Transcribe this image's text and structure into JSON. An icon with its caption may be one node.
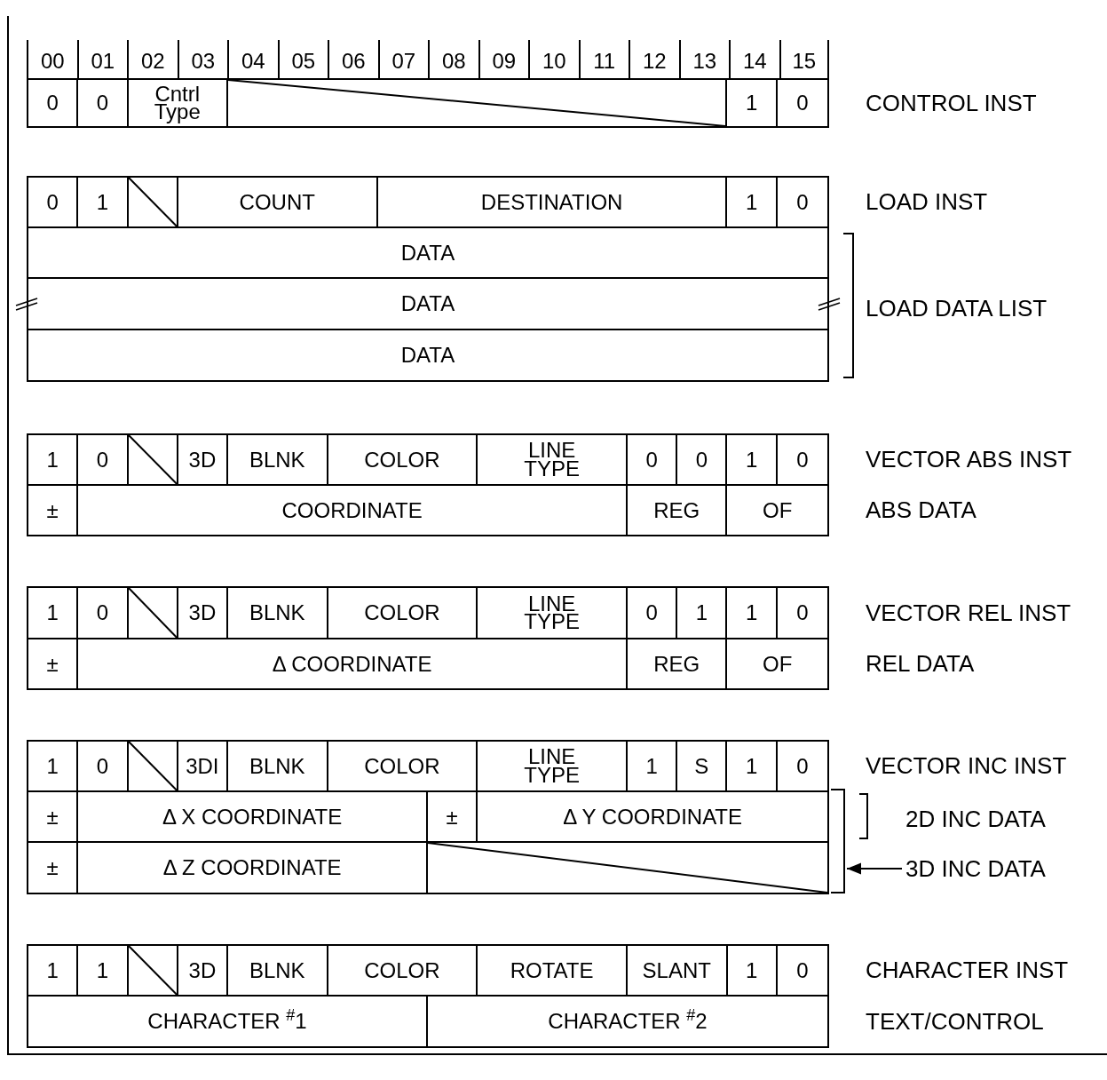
{
  "diagram": {
    "nodes": [
      {
        "text": [
          "0",
          "0",
          "Cntrl Type",
          "1",
          "0"
        ],
        "beside": [
          "CONTROL INST"
        ]
      },
      {
        "text": [
          "0",
          "1",
          "COUNT",
          "DESTINATION",
          "1",
          "0"
        ],
        "beside": [
          "LOAD INST"
        ]
      },
      {
        "text": [
          "DATA"
        ]
      },
      {
        "text": [
          "DATA"
        ]
      },
      {
        "text": [
          "DATA"
        ]
      },
      {
        "text": [
          "1",
          "0",
          "3D",
          "BLNK",
          "COLOR",
          "LINE TYPE",
          "0",
          "0",
          "1",
          "0"
        ],
        "beside": [
          "VECTOR ABS INST"
        ]
      },
      {
        "text": [
          "±",
          "COORDINATE",
          "REG",
          "OF"
        ],
        "beside": [
          "ABS DATA"
        ]
      },
      {
        "text": [
          "1",
          "0",
          "3D",
          "BLNK",
          "COLOR",
          "LINE TYPE",
          "0",
          "1",
          "1",
          "0"
        ],
        "beside": [
          "VECTOR REL INST"
        ]
      },
      {
        "text": [
          "±",
          "Δ COORDINATE",
          "REG",
          "OF"
        ],
        "beside": [
          "REL DATA"
        ]
      },
      {
        "text": [
          "1",
          "0",
          "3DI",
          "BLNK",
          "COLOR",
          "LINE TYPE",
          "1",
          "S",
          "1",
          "0"
        ],
        "beside": [
          "VECTOR INC INST"
        ]
      },
      {
        "text": [
          "±",
          "Δ X COORDINATE",
          "±",
          "Δ Y COORDINATE"
        ]
      },
      {
        "text": [
          "±",
          "Δ Z COORDINATE"
        ]
      },
      {
        "text": [],
        "shape": "bracket"
      },
      {
        "text": [
          "3D INC DATA"
        ]
      },
      {
        "text": [
          "1",
          "1",
          "3D",
          "BLNK",
          "COLOR",
          "ROTATE",
          "SLANT",
          "1",
          "0"
        ],
        "beside": [
          "CHARACTER INST"
        ]
      },
      {
        "text": [
          "CHARACTER $^{#}$1",
          "CHARACTER $^{#}$2"
        ],
        "beside": [
          "TEXT/CONTROL"
        ]
      }
    ],
    "edges": [
      {
        "from": 13,
        "to": 12,
        "arrow": "to"
      }
    ],
    "labels": [
      "00",
      "01",
      "02",
      "03",
      "04",
      "05",
      "06",
      "07",
      "08",
      "09",
      "10",
      "11",
      "12",
      "13",
      "14",
      "15",
      "LOAD DATA LIST",
      "2D INC DATA"
    ]
  }
}
